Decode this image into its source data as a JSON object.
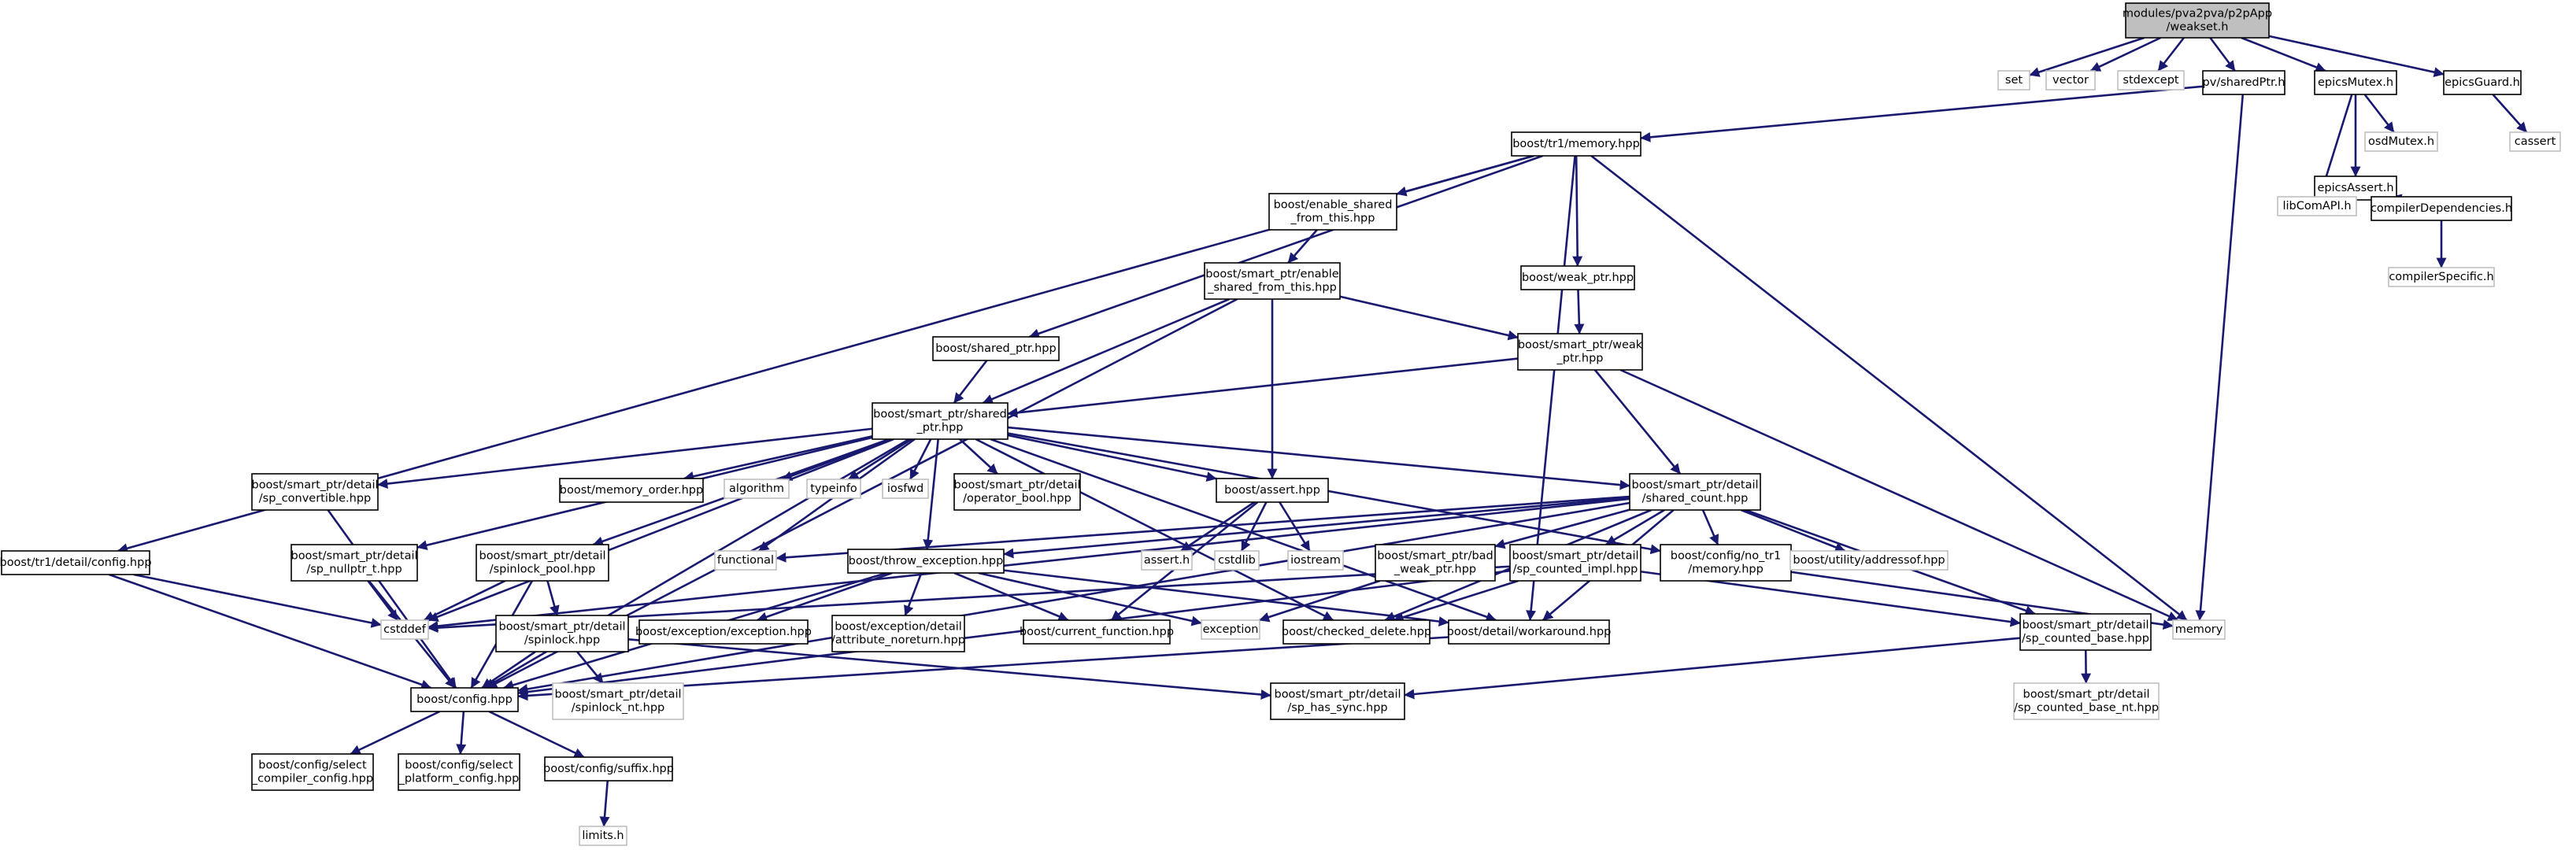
{
  "graph": {
    "root": {
      "lines": [
        "modules/pva2pva/p2pApp",
        "/weakset.h"
      ],
      "style": "root"
    },
    "set": {
      "lines": [
        "set"
      ],
      "style": "ext"
    },
    "vector": {
      "lines": [
        "vector"
      ],
      "style": "ext"
    },
    "stdexcept": {
      "lines": [
        "stdexcept"
      ],
      "style": "ext"
    },
    "pvsharedptr": {
      "lines": [
        "pv/sharedPtr.h"
      ],
      "style": "doc"
    },
    "epicsmutex": {
      "lines": [
        "epicsMutex.h"
      ],
      "style": "doc"
    },
    "epicsguard": {
      "lines": [
        "epicsGuard.h"
      ],
      "style": "doc"
    },
    "tr1memory": {
      "lines": [
        "boost/tr1/memory.hpp"
      ],
      "style": "doc"
    },
    "osdmutex": {
      "lines": [
        "osdMutex.h"
      ],
      "style": "ext"
    },
    "cassert": {
      "lines": [
        "cassert"
      ],
      "style": "ext"
    },
    "epicsassert": {
      "lines": [
        "epicsAssert.h"
      ],
      "style": "doc"
    },
    "enablesft": {
      "lines": [
        "boost/enable_shared",
        "_from_this.hpp"
      ],
      "style": "doc"
    },
    "libcomapi": {
      "lines": [
        "libComAPI.h"
      ],
      "style": "ext"
    },
    "compilerdeps": {
      "lines": [
        "compilerDependencies.h"
      ],
      "style": "doc"
    },
    "compilerspecific": {
      "lines": [
        "compilerSpecific.h"
      ],
      "style": "ext"
    },
    "spenablesft": {
      "lines": [
        "boost/smart_ptr/enable",
        "_shared_from_this.hpp"
      ],
      "style": "doc"
    },
    "weakptr": {
      "lines": [
        "boost/weak_ptr.hpp"
      ],
      "style": "doc"
    },
    "sharedptrhpp": {
      "lines": [
        "boost/shared_ptr.hpp"
      ],
      "style": "doc"
    },
    "spweakptr": {
      "lines": [
        "boost/smart_ptr/weak",
        "_ptr.hpp"
      ],
      "style": "doc"
    },
    "spsharedptr": {
      "lines": [
        "boost/smart_ptr/shared",
        "_ptr.hpp"
      ],
      "style": "doc"
    },
    "spconvertible": {
      "lines": [
        "boost/smart_ptr/detail",
        "/sp_convertible.hpp"
      ],
      "style": "doc"
    },
    "memoryorder": {
      "lines": [
        "boost/memory_order.hpp"
      ],
      "style": "doc"
    },
    "algorithm": {
      "lines": [
        "algorithm"
      ],
      "style": "ext"
    },
    "typeinfo": {
      "lines": [
        "typeinfo"
      ],
      "style": "ext"
    },
    "iosfwd": {
      "lines": [
        "iosfwd"
      ],
      "style": "ext"
    },
    "operatorbool": {
      "lines": [
        "boost/smart_ptr/detail",
        "/operator_bool.hpp"
      ],
      "style": "doc"
    },
    "asserthpp": {
      "lines": [
        "boost/assert.hpp"
      ],
      "style": "doc"
    },
    "sharedcount": {
      "lines": [
        "boost/smart_ptr/detail",
        "/shared_count.hpp"
      ],
      "style": "doc"
    },
    "tr1config": {
      "lines": [
        "boost/tr1/detail/config.hpp"
      ],
      "style": "doc"
    },
    "spnullptr": {
      "lines": [
        "boost/smart_ptr/detail",
        "/sp_nullptr_t.hpp"
      ],
      "style": "doc"
    },
    "spinlockpool": {
      "lines": [
        "boost/smart_ptr/detail",
        "/spinlock_pool.hpp"
      ],
      "style": "doc"
    },
    "functional": {
      "lines": [
        "functional"
      ],
      "style": "ext"
    },
    "throwexc": {
      "lines": [
        "boost/throw_exception.hpp"
      ],
      "style": "doc"
    },
    "asserth": {
      "lines": [
        "assert.h"
      ],
      "style": "ext"
    },
    "cstdlib": {
      "lines": [
        "cstdlib"
      ],
      "style": "ext"
    },
    "iostream": {
      "lines": [
        "iostream"
      ],
      "style": "ext"
    },
    "badweakptr": {
      "lines": [
        "boost/smart_ptr/bad",
        "_weak_ptr.hpp"
      ],
      "style": "doc"
    },
    "spcountedimpl": {
      "lines": [
        "boost/smart_ptr/detail",
        "/sp_counted_impl.hpp"
      ],
      "style": "doc"
    },
    "notr1memory": {
      "lines": [
        "boost/config/no_tr1",
        "/memory.hpp"
      ],
      "style": "doc"
    },
    "addressof": {
      "lines": [
        "boost/utility/addressof.hpp"
      ],
      "style": "ext"
    },
    "cstddef": {
      "lines": [
        "cstddef"
      ],
      "style": "ext"
    },
    "spinlockhpp": {
      "lines": [
        "boost/smart_ptr/detail",
        "/spinlock.hpp"
      ],
      "style": "doc"
    },
    "excexc": {
      "lines": [
        "boost/exception/exception.hpp"
      ],
      "style": "doc"
    },
    "attrnoreturn": {
      "lines": [
        "boost/exception/detail",
        "/attribute_noreturn.hpp"
      ],
      "style": "doc"
    },
    "currentfunc": {
      "lines": [
        "boost/current_function.hpp"
      ],
      "style": "doc"
    },
    "exception": {
      "lines": [
        "exception"
      ],
      "style": "ext"
    },
    "checkeddelete": {
      "lines": [
        "boost/checked_delete.hpp"
      ],
      "style": "doc"
    },
    "workaround": {
      "lines": [
        "boost/detail/workaround.hpp"
      ],
      "style": "doc"
    },
    "memory": {
      "lines": [
        "memory"
      ],
      "style": "ext"
    },
    "spcountedbase": {
      "lines": [
        "boost/smart_ptr/detail",
        "/sp_counted_base.hpp"
      ],
      "style": "doc"
    },
    "configbase": {
      "lines": [
        "boost/config.hpp"
      ],
      "style": "doc"
    },
    "spinlocknt": {
      "lines": [
        "boost/smart_ptr/detail",
        "/spinlock_nt.hpp"
      ],
      "style": "ext"
    },
    "sphassync": {
      "lines": [
        "boost/smart_ptr/detail",
        "/sp_has_sync.hpp"
      ],
      "style": "doc"
    },
    "spcountedbasent": {
      "lines": [
        "boost/smart_ptr/detail",
        "/sp_counted_base_nt.hpp"
      ],
      "style": "ext"
    },
    "selectcompiler": {
      "lines": [
        "boost/config/select",
        "_compiler_config.hpp"
      ],
      "style": "doc"
    },
    "selectplatform": {
      "lines": [
        "boost/config/select",
        "_platform_config.hpp"
      ],
      "style": "doc"
    },
    "suffix": {
      "lines": [
        "boost/config/suffix.hpp"
      ],
      "style": "doc"
    },
    "limits": {
      "lines": [
        "limits.h"
      ],
      "style": "ext"
    }
  },
  "colors": {
    "edge": "#191970",
    "root_fill": "#bfbfbf",
    "node_fill": "#ffffff",
    "doc_border": "#000000",
    "ext_border": "#bfbfbf",
    "text": "#000000"
  }
}
